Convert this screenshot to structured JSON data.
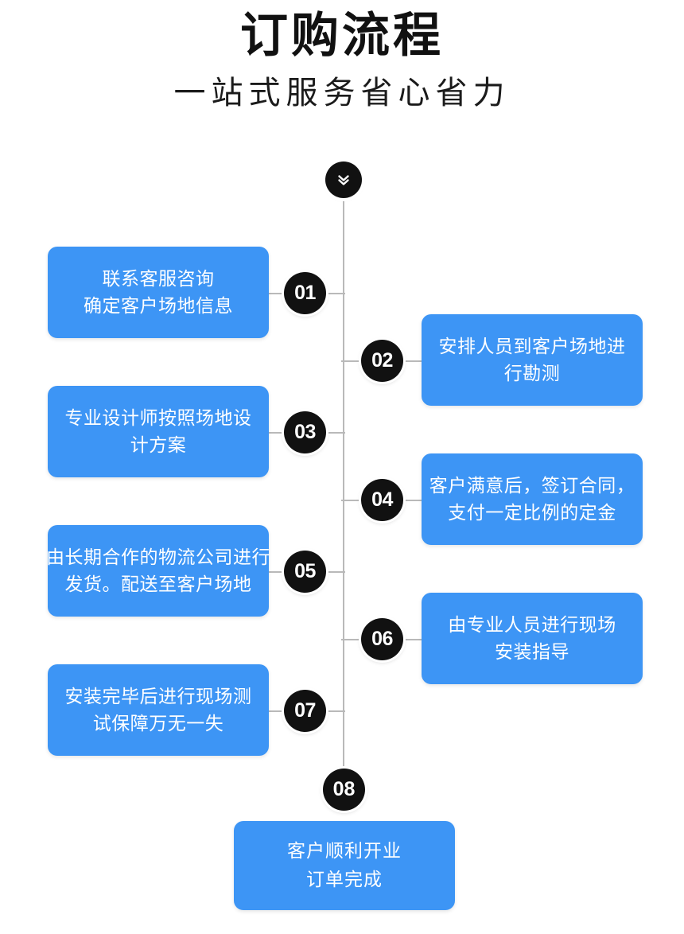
{
  "header": {
    "title": "订购流程",
    "subtitle": "一站式服务省心省力"
  },
  "colors": {
    "card_blue": "#3d95f5",
    "badge_black": "#111111",
    "line_gray": "#b9b9b9",
    "background": "#ffffff",
    "card_text": "#ffffff"
  },
  "top_node": {
    "icon": "double-chevron-down-icon"
  },
  "steps": [
    {
      "number": "01",
      "side": "left",
      "lines": [
        "联系客服咨询",
        "确定客户场地信息"
      ]
    },
    {
      "number": "02",
      "side": "right",
      "lines": [
        "安排人员到客户场地进",
        "行勘测"
      ]
    },
    {
      "number": "03",
      "side": "left",
      "lines": [
        "专业设计师按照场地设",
        "计方案"
      ]
    },
    {
      "number": "04",
      "side": "right",
      "lines": [
        "客户满意后，签订合同，",
        "支付一定比例的定金"
      ]
    },
    {
      "number": "05",
      "side": "left",
      "lines": [
        "由长期合作的物流公司进行",
        "发货。配送至客户场地"
      ]
    },
    {
      "number": "06",
      "side": "right",
      "lines": [
        "由专业人员进行现场",
        "安装指导"
      ]
    },
    {
      "number": "07",
      "side": "left",
      "lines": [
        "安装完毕后进行现场测",
        "试保障万无一失"
      ]
    }
  ],
  "final_step": {
    "number": "08",
    "lines": [
      "客户顺利开业",
      "订单完成"
    ]
  }
}
